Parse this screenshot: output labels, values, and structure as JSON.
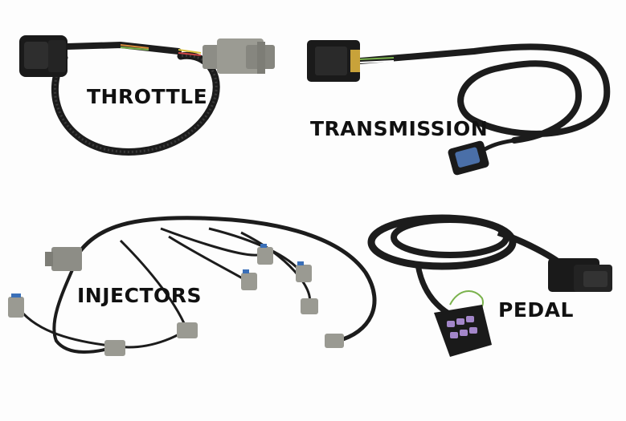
{
  "labels": {
    "throttle": "THROTTLE",
    "transmission": "TRANSMISSION",
    "injectors": "INJECTORS",
    "pedal": "PEDAL"
  },
  "colors": {
    "background": "#fdfdfd",
    "loom": "#1c1c1c",
    "connector_black": "#1a1a1a",
    "connector_gray": "#8d8d86",
    "pedal_plug_pins": "#a386c9",
    "wire_green": "#7ab24c"
  }
}
